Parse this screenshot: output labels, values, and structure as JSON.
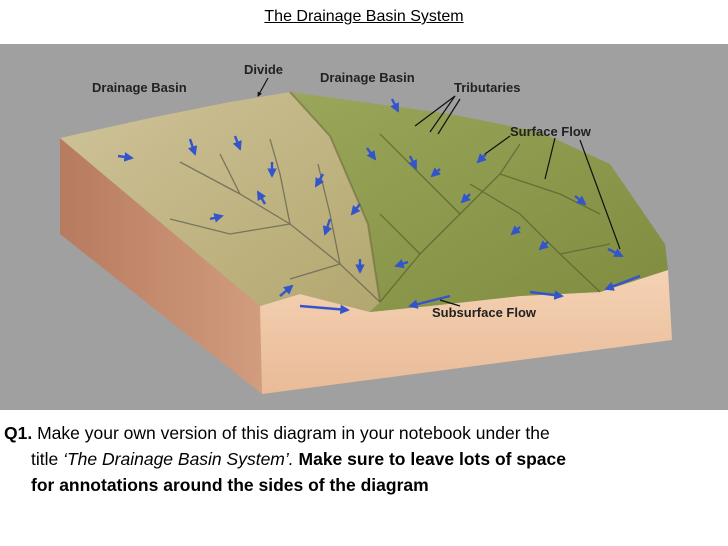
{
  "title": "The Drainage Basin System",
  "diagram": {
    "labels": {
      "drainage_basin_left": "Drainage Basin",
      "divide": "Divide",
      "drainage_basin_right": "Drainage Basin",
      "tributaries": "Tributaries",
      "surface_flow": "Surface Flow",
      "subsurface_flow": "Subsurface Flow"
    },
    "colors": {
      "background": "#a0a0a0",
      "left_basin": "#c2b684",
      "right_basin": "#8e9a4e",
      "soil": "#f1c8a6",
      "arrows": "#3355cc"
    }
  },
  "question": {
    "number": "Q1.",
    "text_1": " Make your own version of this diagram in your notebook under the",
    "text_2": "title ",
    "italic_title": "‘The Drainage Basin System’.",
    "bold_1": " Make sure to leave lots of space",
    "bold_2": "for annotations around the sides of the diagram"
  }
}
